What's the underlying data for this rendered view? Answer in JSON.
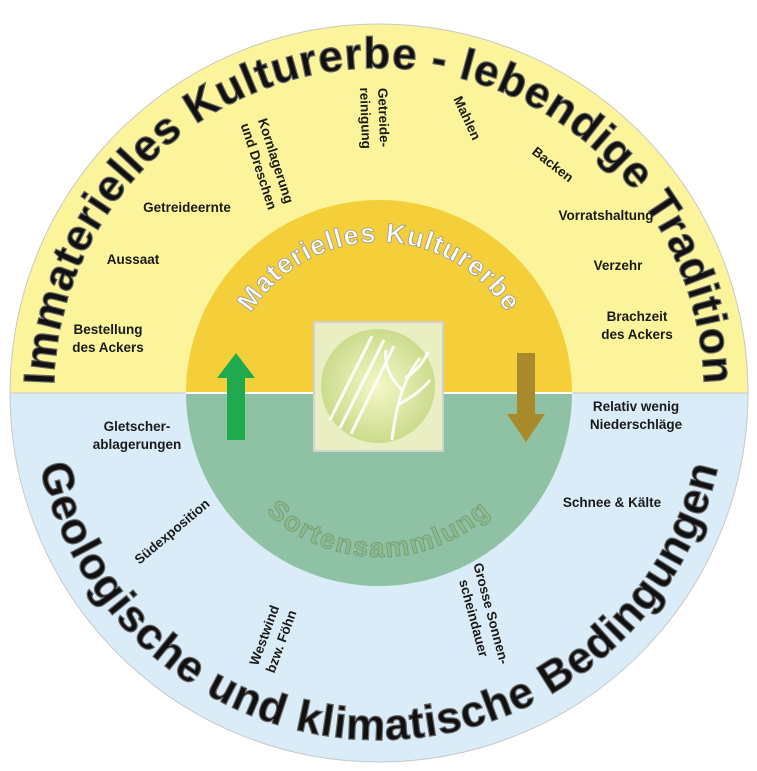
{
  "outer_top_title": "Immaterielles Kulturerbe - lebendige Tradition",
  "outer_bottom_title": "Geologische und klimatische Bedingungen",
  "inner_top_title": "Materielles Kulturerbe",
  "inner_bottom_title": "Sortensammlung",
  "top_labels": [
    [
      "Bestellung",
      "des Ackers"
    ],
    [
      "Aussaat"
    ],
    [
      "Getreideernte"
    ],
    [
      "Kornlagerung",
      "und Dreschen"
    ],
    [
      "Getreide-",
      "reinigung"
    ],
    [
      "Mahlen"
    ],
    [
      "Backen"
    ],
    [
      "Vorratshaltung"
    ],
    [
      "Verzehr"
    ],
    [
      "Brachzeit",
      "des Ackers"
    ]
  ],
  "bottom_labels": [
    [
      "Gletscher-",
      "ablagerungen"
    ],
    [
      "Südexposition"
    ],
    [
      "Westwind",
      "bzw. Föhn"
    ],
    [
      "Grosse Sonnen-",
      "scheindauer"
    ],
    [
      "Schnee & Kälte"
    ],
    [
      "Relativ wenig",
      "Niederschläge"
    ]
  ],
  "colors": {
    "outer_top": "#fbf49a",
    "outer_bottom": "#d9ecf7",
    "inner_top": "#f5cf3a",
    "inner_bottom": "#8fc2a4",
    "arrow_up": "#1faa4f",
    "arrow_down": "#a88a2a"
  },
  "icons": [
    "arrow-up-icon",
    "arrow-down-icon",
    "wheat-logo-icon"
  ]
}
